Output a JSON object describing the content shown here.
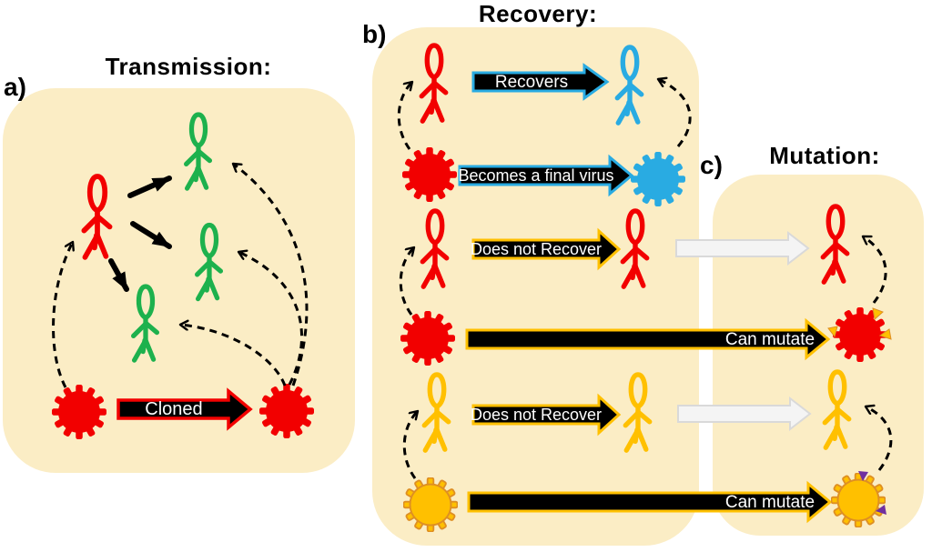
{
  "colors": {
    "red": "#F20000",
    "green": "#1DB14D",
    "blue": "#29ABE2",
    "gold": "#FFC000",
    "gold_outline": "#DE8F23",
    "purple": "#7030A0",
    "black": "#000000",
    "white": "#FFFFFF",
    "panel_bg": "#FBEDC5",
    "gray_fill": "#F4F4F4",
    "gray_outline": "#D9D9D9"
  },
  "panel_a": {
    "label": "a)",
    "title": "Transmission:",
    "cloned_arrow_label": "Cloned"
  },
  "panel_b": {
    "label": "b)",
    "title": "Recovery:",
    "row1_arrow_label": "Recovers",
    "row2_arrow_label": "Becomes a final virus",
    "row3_arrow_label": "Does not Recover",
    "row4_arrow_label": "Can mutate",
    "row5_arrow_label": "Does not Recover",
    "row6_arrow_label": "Can mutate"
  },
  "panel_c": {
    "label": "c)",
    "title": "Mutation:"
  }
}
